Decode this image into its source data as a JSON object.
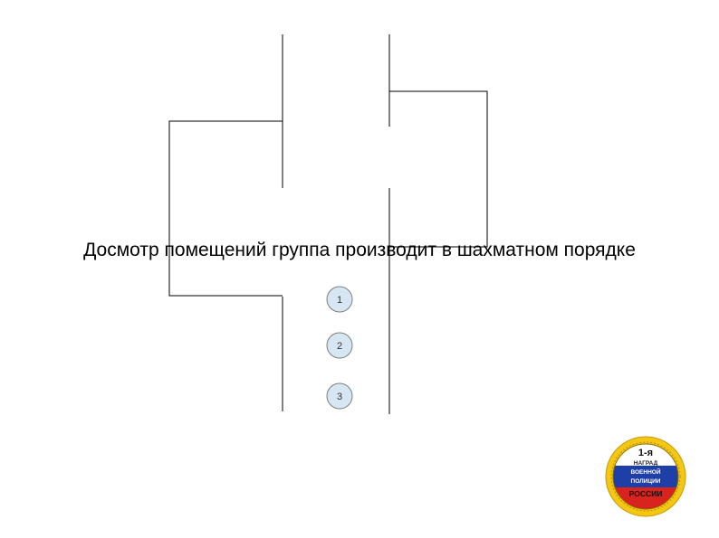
{
  "caption": "Досмотр помещений группа производит в шахматном порядке",
  "markers": [
    {
      "label": "1"
    },
    {
      "label": "2"
    },
    {
      "label": "3"
    }
  ],
  "emblem": {
    "line1": "1-я",
    "line2": "НАГРАД",
    "line3": "ВОЕННОЙ",
    "line4": "ПОЛИЦИИ",
    "line5": "РОССИИ",
    "colors": {
      "white": "#ffffff",
      "blue": "#1f3fa8",
      "red": "#d8231f",
      "gold": "#f3c712"
    }
  },
  "colors": {
    "line": "#000000",
    "marker_fill": "#d6e6f2",
    "marker_stroke": "#7f7f7f"
  }
}
